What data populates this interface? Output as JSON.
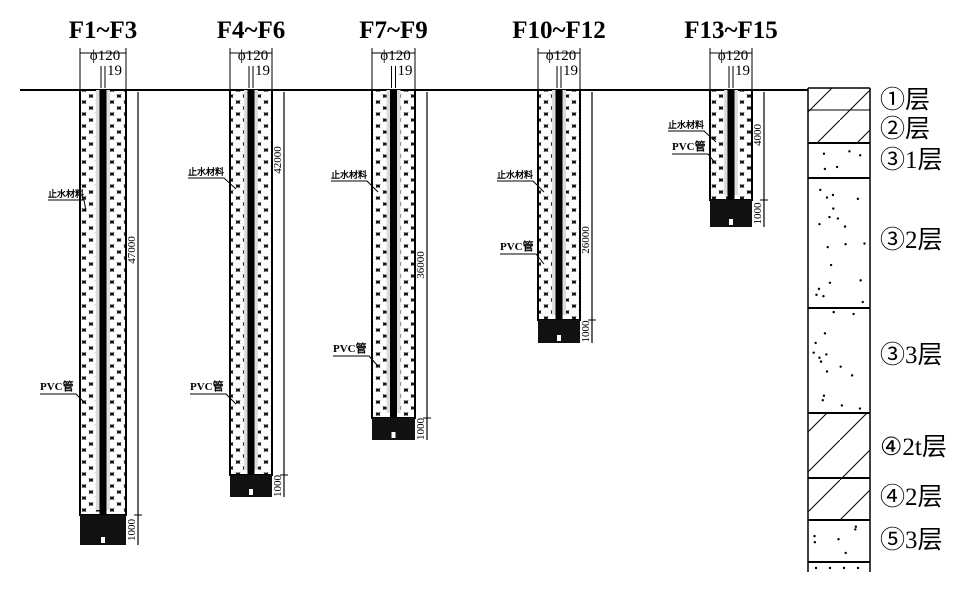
{
  "wells": [
    {
      "title": "F1~F3",
      "diameter": "ϕ120",
      "pipe": "19",
      "depth": "47000",
      "base": "1000",
      "seal_label": "止水材料",
      "pvc_label": "PVC管"
    },
    {
      "title": "F4~F6",
      "diameter": "ϕ120",
      "pipe": "19",
      "depth": "42000",
      "base": "1000",
      "seal_label": "止水材料",
      "pvc_label": "PVC管"
    },
    {
      "title": "F7~F9",
      "diameter": "ϕ120",
      "pipe": "19",
      "depth": "36000",
      "base": "1000",
      "seal_label": "止水材料",
      "pvc_label": "PVC管"
    },
    {
      "title": "F10~F12",
      "diameter": "ϕ120",
      "pipe": "19",
      "depth": "26000",
      "base": "1000",
      "seal_label": "止水材料",
      "pvc_label": "PVC管"
    },
    {
      "title": "F13~F15",
      "diameter": "ϕ120",
      "pipe": "19",
      "depth": "4000",
      "base": "1000",
      "seal_label": "止水材料",
      "pvc_label": "PVC管"
    }
  ],
  "layers": [
    {
      "label": "①层",
      "pattern": "hatch"
    },
    {
      "label": "②层",
      "pattern": "hatch"
    },
    {
      "label": "③1层",
      "pattern": "dots"
    },
    {
      "label": "③2层",
      "pattern": "dots"
    },
    {
      "label": "③3层",
      "pattern": "dots"
    },
    {
      "label": "④2t层",
      "pattern": "hatch"
    },
    {
      "label": "④2层",
      "pattern": "hatch"
    },
    {
      "label": "⑤3层",
      "pattern": "dots"
    }
  ]
}
